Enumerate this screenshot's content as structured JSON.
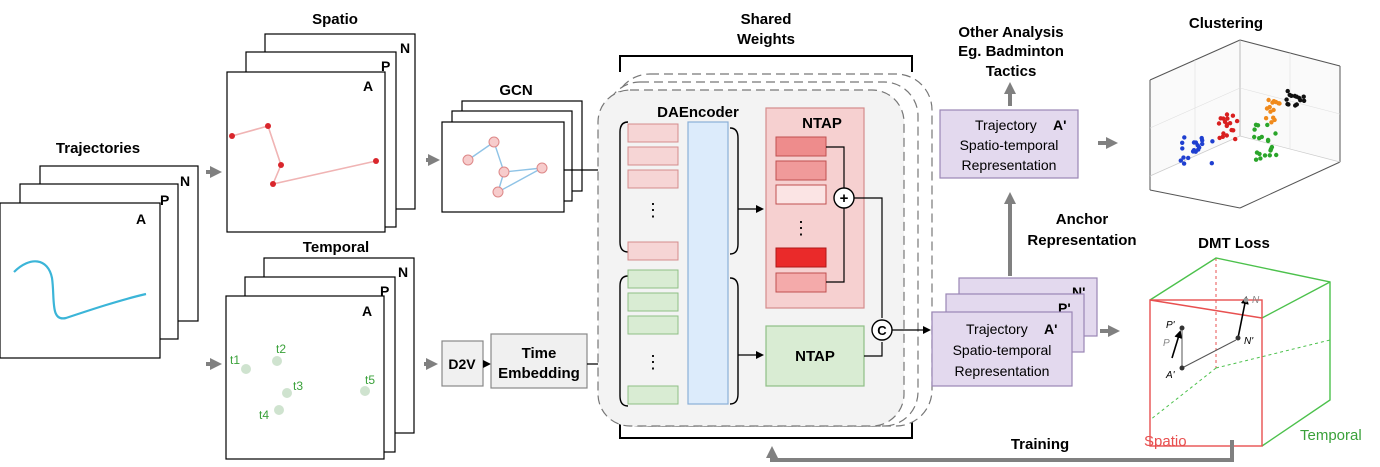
{
  "headings": {
    "trajectories": "Trajectories",
    "spatio": "Spatio",
    "temporal": "Temporal",
    "gcn": "GCN",
    "shared_weights_line1": "Shared",
    "shared_weights_line2": "Weights",
    "daencoder": "DAEncoder",
    "other_line1": "Other Analysis",
    "other_line2": "Eg. Badminton",
    "other_line3": "Tactics",
    "clustering": "Clustering",
    "anchor_line1": "Anchor",
    "anchor_line2": "Representation",
    "dmt_loss": "DMT Loss",
    "training": "Training"
  },
  "stack_labels": {
    "a": "A",
    "p": "P",
    "n": "N",
    "a_prime": "A'",
    "p_prime": "P'",
    "n_prime": "N'"
  },
  "blocks": {
    "d2v": "D2V",
    "time_embedding_line1": "Time",
    "time_embedding_line2": "Embedding",
    "ntap_top": "NTAP",
    "ntap_bottom": "NTAP",
    "plus_symbol": "+",
    "concat_symbol": "C",
    "dots": "⋮"
  },
  "representation": {
    "line1": "Trajectory",
    "line2": "Spatio-temporal",
    "line3": "Representation"
  },
  "temporal_points": [
    "t1",
    "t2",
    "t3",
    "t4",
    "t5"
  ],
  "cube_labels": {
    "spatio": "Spatio",
    "temporal": "Temporal",
    "p_prime": "P'",
    "p": "P",
    "a_prime": "A'",
    "n_prime": "N'",
    "n": "N"
  },
  "colors": {
    "trajectory_line": "#3bb5d8",
    "spatial_point": "#d9262c",
    "spatial_line": "#f0b4b4",
    "temporal_point": "#cfe3cf",
    "temporal_text": "#3aa13a",
    "gcn_node": "#f7cccc",
    "gcn_edge": "#8fc3e6",
    "red_block": "#f6d5d5",
    "green_block": "#d9ecd3",
    "blue_column": "#dcebfb",
    "purple_box": "#e3d9ee",
    "gray_arrow": "#808080",
    "cube_red": "#e85050",
    "cube_green": "#4cc14c",
    "cluster_blue": "#1f3fd0",
    "cluster_red": "#d91f1f",
    "cluster_green": "#2aa52a",
    "cluster_orange": "#f08a1c",
    "cluster_black": "#111111"
  }
}
